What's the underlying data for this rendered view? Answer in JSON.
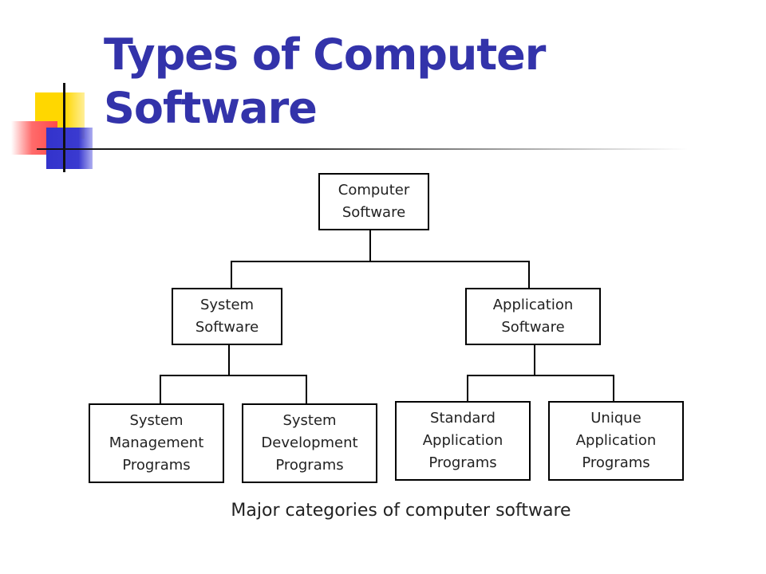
{
  "title": {
    "line1": "Types of Computer",
    "line2": "Software"
  },
  "diagram": {
    "root": {
      "line1": "Computer",
      "line2": "Software"
    },
    "system": {
      "line1": "System",
      "line2": "Software"
    },
    "application": {
      "line1": "Application",
      "line2": "Software"
    },
    "sys_mgmt": {
      "line1": "System",
      "line2": "Management",
      "line3": "Programs"
    },
    "sys_dev": {
      "line1": "System",
      "line2": "Development",
      "line3": "Programs"
    },
    "std_app": {
      "line1": "Standard",
      "line2": "Application",
      "line3": "Programs"
    },
    "uniq_app": {
      "line1": "Unique",
      "line2": "Application",
      "line3": "Programs"
    }
  },
  "caption": "Major categories of computer software",
  "colors": {
    "title": "#3333aa",
    "accent_yellow": "#ffd700",
    "accent_red": "#ff4a4a",
    "accent_blue": "#3333cc"
  }
}
